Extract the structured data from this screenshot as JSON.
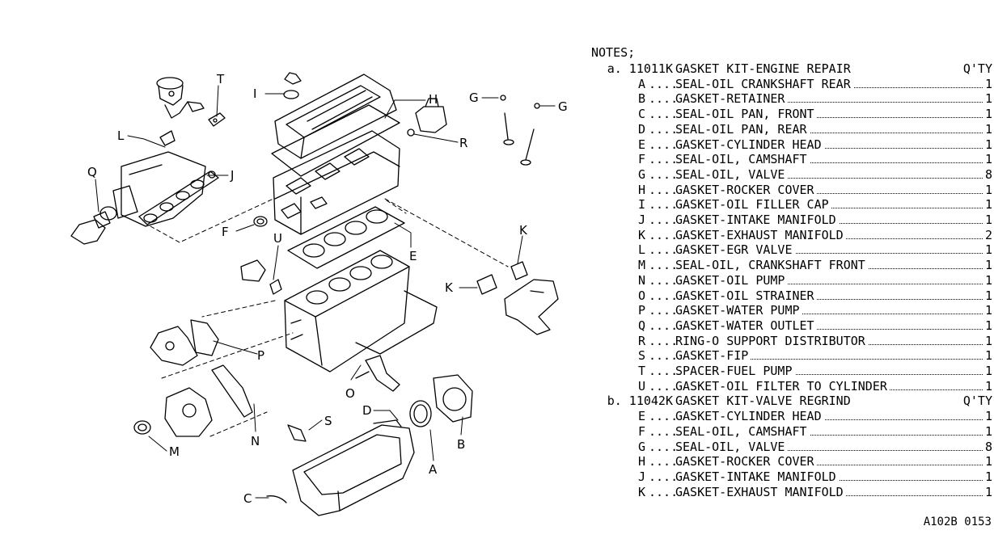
{
  "diagram": {
    "callouts": [
      "T",
      "I",
      "H",
      "G",
      "G",
      "R",
      "L",
      "Q",
      "J",
      "F",
      "U",
      "E",
      "K",
      "K",
      "P",
      "O",
      "D",
      "S",
      "N",
      "M",
      "C",
      "A",
      "B"
    ]
  },
  "notes": {
    "title": "NOTES;",
    "kits": [
      {
        "prefix": "a. 11011K",
        "title": "GASKET KIT-ENGINE REPAIR",
        "qty_header": "Q'TY",
        "items": [
          {
            "code": "A",
            "name": "SEAL-OIL CRANKSHAFT REAR",
            "qty": "1"
          },
          {
            "code": "B",
            "name": "GASKET-RETAINER",
            "qty": "1"
          },
          {
            "code": "C",
            "name": "SEAL-OIL PAN, FRONT",
            "qty": "1"
          },
          {
            "code": "D",
            "name": "SEAL-OIL PAN, REAR",
            "qty": "1"
          },
          {
            "code": "E",
            "name": "GASKET-CYLINDER HEAD",
            "qty": "1"
          },
          {
            "code": "F",
            "name": "SEAL-OIL, CAMSHAFT",
            "qty": "1"
          },
          {
            "code": "G",
            "name": "SEAL-OIL, VALVE",
            "qty": "8"
          },
          {
            "code": "H",
            "name": "GASKET-ROCKER COVER",
            "qty": "1"
          },
          {
            "code": "I",
            "name": "GASKET-OIL FILLER CAP",
            "qty": "1"
          },
          {
            "code": "J",
            "name": "GASKET-INTAKE MANIFOLD",
            "qty": "1"
          },
          {
            "code": "K",
            "name": "GASKET-EXHAUST MANIFOLD",
            "qty": "2"
          },
          {
            "code": "L",
            "name": "GASKET-EGR VALVE",
            "qty": "1"
          },
          {
            "code": "M",
            "name": "SEAL-OIL, CRANKSHAFT FRONT",
            "qty": "1"
          },
          {
            "code": "N",
            "name": "GASKET-OIL PUMP",
            "qty": "1"
          },
          {
            "code": "O",
            "name": "GASKET-OIL STRAINER",
            "qty": "1"
          },
          {
            "code": "P",
            "name": "GASKET-WATER PUMP",
            "qty": "1"
          },
          {
            "code": "Q",
            "name": "GASKET-WATER OUTLET",
            "qty": "1"
          },
          {
            "code": "R",
            "name": "RING-O SUPPORT DISTRIBUTOR",
            "qty": "1"
          },
          {
            "code": "S",
            "name": "GASKET-FIP",
            "qty": "1"
          },
          {
            "code": "T",
            "name": "SPACER-FUEL PUMP",
            "qty": "1"
          },
          {
            "code": "U",
            "name": "GASKET-OIL FILTER TO CYLINDER",
            "qty": "1"
          }
        ]
      },
      {
        "prefix": "b. 11042K",
        "title": "GASKET KIT-VALVE REGRIND",
        "qty_header": "Q'TY",
        "items": [
          {
            "code": "E",
            "name": "GASKET-CYLINDER HEAD",
            "qty": "1"
          },
          {
            "code": "F",
            "name": "SEAL-OIL, CAMSHAFT",
            "qty": "1"
          },
          {
            "code": "G",
            "name": "SEAL-OIL, VALVE",
            "qty": "8"
          },
          {
            "code": "H",
            "name": "GASKET-ROCKER COVER",
            "qty": "1"
          },
          {
            "code": "J",
            "name": "GASKET-INTAKE MANIFOLD",
            "qty": "1"
          },
          {
            "code": "K",
            "name": "GASKET-EXHAUST MANIFOLD",
            "qty": "1"
          }
        ]
      }
    ]
  },
  "ref_code": "A102B 0153"
}
